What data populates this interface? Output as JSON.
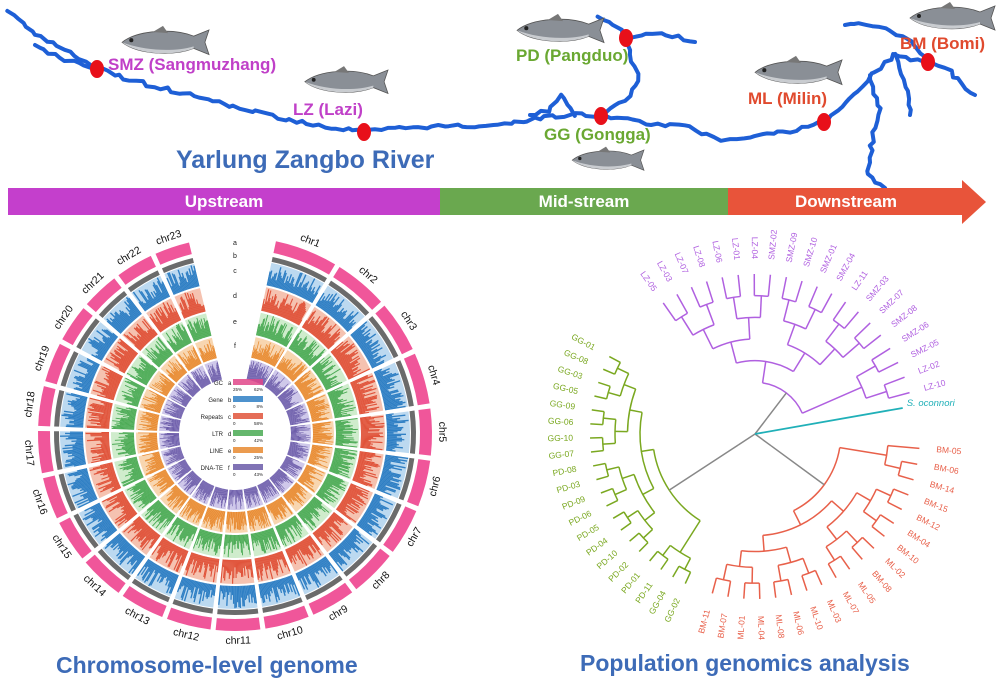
{
  "river": {
    "title": "Yarlung Zangbo River",
    "sites": [
      {
        "code": "SMZ",
        "label": "SMZ (Sangmuzhang)",
        "color": "#c040c8"
      },
      {
        "code": "LZ",
        "label": "LZ (Lazi)",
        "color": "#c040c8"
      },
      {
        "code": "PD",
        "label": "PD (Pangduo)",
        "color": "#6aa832"
      },
      {
        "code": "GG",
        "label": "GG (Gongga)",
        "color": "#6aa832"
      },
      {
        "code": "ML",
        "label": "ML (Milin)",
        "color": "#e04a2e"
      },
      {
        "code": "BM",
        "label": "BM (Bomi)",
        "color": "#e04a2e"
      }
    ],
    "river_color": "#1e5fd6",
    "marker_color": "#e8101a"
  },
  "stream_bar": {
    "segments": [
      {
        "label": "Upstream",
        "color": "#c43fcc"
      },
      {
        "label": "Mid-stream",
        "color": "#6aa84f"
      },
      {
        "label": "Downstream",
        "color": "#e8543a"
      }
    ]
  },
  "circos": {
    "title": "Chromosome-level genome",
    "chromosomes": [
      "chr1",
      "chr2",
      "chr3",
      "chr4",
      "chr5",
      "chr6",
      "chr7",
      "chr8",
      "chr9",
      "chr10",
      "chr11",
      "chr12",
      "chr13",
      "chr14",
      "chr15",
      "chr16",
      "chr17",
      "chr18",
      "chr19",
      "chr20",
      "chr21",
      "chr22",
      "chr23"
    ],
    "track_letters": [
      "a",
      "b",
      "c",
      "d",
      "e",
      "f"
    ],
    "legend": [
      {
        "name": "GC",
        "letter": "a",
        "min": "25%",
        "max": "62%",
        "color": "#e0478a"
      },
      {
        "name": "Gene",
        "letter": "b",
        "min": "0",
        "max": "8%",
        "color": "#2f7fc4"
      },
      {
        "name": "Repeats",
        "letter": "c",
        "min": "0",
        "max": "58%",
        "color": "#e0533a"
      },
      {
        "name": "LTR",
        "letter": "d",
        "min": "0",
        "max": "42%",
        "color": "#4aaa54"
      },
      {
        "name": "LINE",
        "letter": "e",
        "min": "0",
        "max": "25%",
        "color": "#e88a30"
      },
      {
        "name": "DNA-TE",
        "letter": "f",
        "min": "0",
        "max": "43%",
        "color": "#6a5aa8"
      }
    ],
    "ideogram_color": "#f0569a"
  },
  "tree": {
    "title": "Population genomics analysis",
    "outgroup": "S. oconnori",
    "purple_leaves": [
      "LZ-05",
      "LZ-03",
      "LZ-07",
      "LZ-08",
      "LZ-06",
      "LZ-01",
      "LZ-04",
      "SMZ-02",
      "SMZ-09",
      "SMZ-10",
      "SMZ-01",
      "SMZ-04",
      "LZ-11",
      "SMZ-03",
      "SMZ-07",
      "SMZ-08",
      "SMZ-06",
      "SMZ-05",
      "LZ-02",
      "LZ-10"
    ],
    "green_leaves": [
      "GG-01",
      "GG-08",
      "GG-03",
      "GG-05",
      "GG-09",
      "GG-06",
      "GG-10",
      "GG-07",
      "PD-08",
      "PD-03",
      "PD-09",
      "PD-06",
      "PD-05",
      "PD-04",
      "PD-10",
      "PD-02",
      "PD-01",
      "PD-11",
      "GG-04",
      "GG-02"
    ],
    "red_leaves": [
      "BM-11",
      "BM-07",
      "ML-01",
      "ML-04",
      "ML-08",
      "ML-06",
      "ML-10",
      "ML-03",
      "ML-07",
      "ML-05",
      "BM-08",
      "ML-02",
      "BM-10",
      "BM-04",
      "BM-12",
      "BM-15",
      "BM-14",
      "BM-06",
      "BM-05"
    ],
    "colors": {
      "purple": "#b060e0",
      "green": "#7aa820",
      "red": "#e8604a",
      "outgroup": "#20b0b8"
    }
  }
}
